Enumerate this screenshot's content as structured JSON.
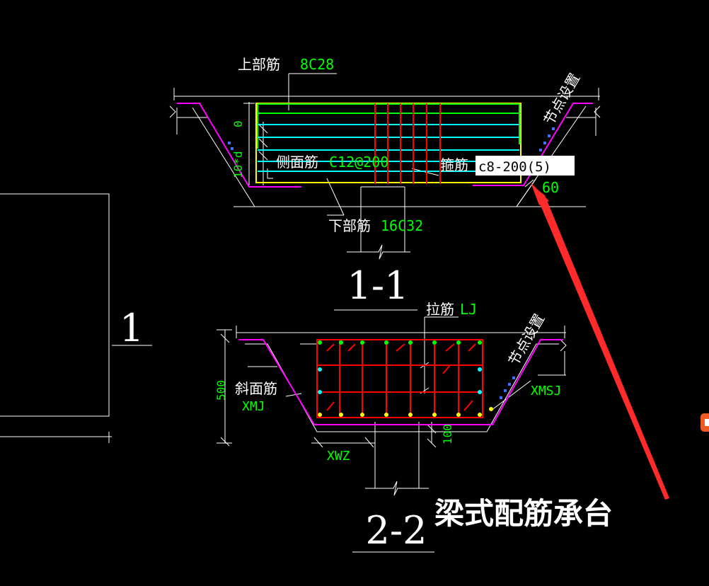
{
  "section_1_1": {
    "title": "1-1",
    "top_bar_label": "上部筋",
    "top_bar_spec": "8C28",
    "side_bar_label": "侧面筋",
    "side_bar_spec": "C12@200",
    "stirrup_label": "箍筋",
    "stirrup_spec": "c8-200(5)",
    "bottom_bar_label": "下部筋",
    "bottom_bar_spec": "16C32",
    "node_label": "节点设置",
    "dim_top": "0",
    "dim_side": "10*d",
    "dim_right": "60"
  },
  "section_2_2": {
    "title": "2-2",
    "tie_label": "拉筋",
    "tie_spec": "LJ",
    "slope_bar_label": "斜面筋",
    "slope_bar_spec": "XMJ",
    "node_label": "节点设置",
    "dim_height": "500",
    "dim_base": "100",
    "dim_width": "XWZ",
    "right_label": "XMSJ"
  },
  "left_section_label": "1",
  "caption": "梁式配筋承台",
  "colors": {
    "background": "#000000",
    "outline": "#ffffff",
    "green": "#00ff00",
    "cyan": "#00ffff",
    "red": "#ff0000",
    "magenta": "#ff00ff",
    "yellow": "#ffff00",
    "blue": "#4070ff",
    "arrow": "#ff2a2a"
  }
}
